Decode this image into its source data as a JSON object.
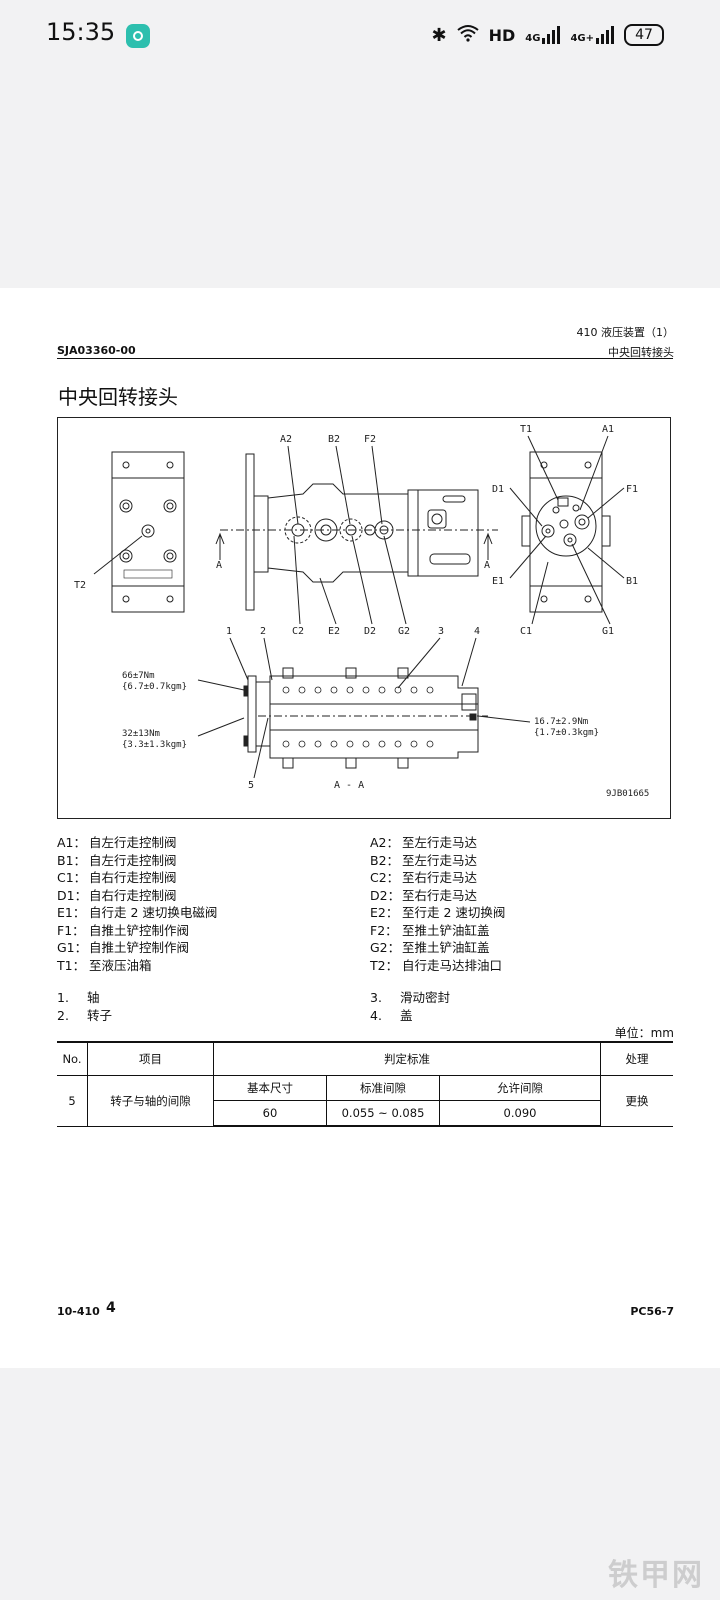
{
  "status_bar": {
    "time": "15:35",
    "icons": [
      "bluetooth-icon",
      "wifi-icon",
      "hd-icon",
      "4g-signal-icon",
      "4g-signal-icon",
      "battery-icon"
    ],
    "hd_label": "HD",
    "net1": "4G",
    "net2": "4G+",
    "battery": "47"
  },
  "document": {
    "header_section": "410 液压装置（1）",
    "header_code": "SJA03360-00",
    "header_subtitle": "中央回转接头",
    "title": "中央回转接头",
    "figure": {
      "top_labels": [
        "A2",
        "B2",
        "F2",
        "T1",
        "A1"
      ],
      "left_labels": [
        "D1",
        "F1"
      ],
      "bottom_labels_mid": [
        "C2",
        "E2",
        "D2",
        "G2"
      ],
      "bottom_labels_right": [
        "E1",
        "B1",
        "C1",
        "G1"
      ],
      "t2_label": "T2",
      "section_mark": "A",
      "part_numbers": [
        "1",
        "2",
        "3",
        "4",
        "5"
      ],
      "torque_1": "66±7Nm",
      "torque_1b": "{6.7±0.7kgm}",
      "torque_2": "32±13Nm",
      "torque_2b": "{3.3±1.3kgm}",
      "torque_3": "16.7±2.9Nm",
      "torque_3b": "{1.7±0.3kgm}",
      "section_caption": "A - A",
      "figure_id": "9JB01665"
    },
    "legend": [
      {
        "key": "A1：",
        "text": "自左行走控制阀",
        "key2": "A2：",
        "text2": "至左行走马达"
      },
      {
        "key": "B1：",
        "text": "自左行走控制阀",
        "key2": "B2：",
        "text2": "至左行走马达"
      },
      {
        "key": "C1：",
        "text": "自右行走控制阀",
        "key2": "C2：",
        "text2": "至右行走马达"
      },
      {
        "key": "D1：",
        "text": "自右行走控制阀",
        "key2": "D2：",
        "text2": "至右行走马达"
      },
      {
        "key": "E1：",
        "text": "自行走 2 速切换电磁阀",
        "key2": "E2：",
        "text2": "至行走 2 速切换阀"
      },
      {
        "key": "F1：",
        "text": "自推土铲控制作阀",
        "key2": "F2：",
        "text2": "至推土铲油缸盖"
      },
      {
        "key": "G1：",
        "text": "自推土铲控制作阀",
        "key2": "G2：",
        "text2": "至推土铲油缸盖"
      },
      {
        "key": "T1：",
        "text": "至液压油箱",
        "key2": "T2：",
        "text2": "自行走马达排油口"
      }
    ],
    "parts": [
      {
        "k": "1.",
        "v": "轴",
        "k2": "3.",
        "v2": "滑动密封"
      },
      {
        "k": "2.",
        "v": "转子",
        "k2": "4.",
        "v2": "盖"
      }
    ],
    "unit": "单位：mm",
    "table": {
      "headers": {
        "no": "No.",
        "item": "项目",
        "criteria": "判定标准",
        "action": "处理"
      },
      "sub_headers": [
        "基本尺寸",
        "标准间隙",
        "允许间隙"
      ],
      "row": {
        "no": "5",
        "item": "转子与轴的间隙",
        "basic": "60",
        "standard": "0.055 ~ 0.085",
        "allow": "0.090",
        "action": "更换"
      }
    },
    "footer_left": "10-410",
    "footer_num": "4",
    "footer_right": "PC56-7"
  },
  "watermark": "铁甲网"
}
